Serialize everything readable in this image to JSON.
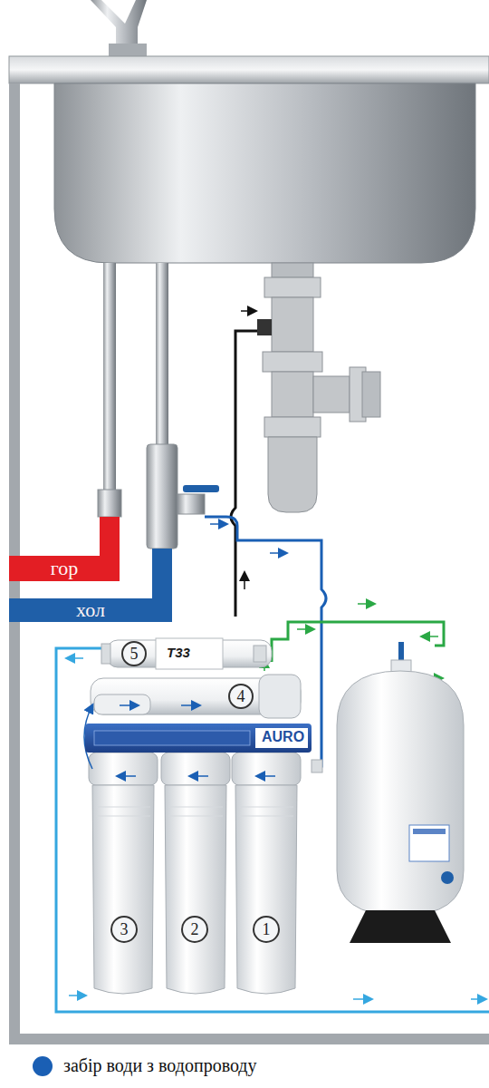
{
  "diagram": {
    "nodes": [
      {
        "text": [
          "гор"
        ]
      },
      {
        "text": [
          "хол"
        ]
      },
      {
        "text": [
          "5"
        ]
      },
      {
        "text": [
          "4"
        ]
      },
      {
        "text": [
          "3"
        ]
      },
      {
        "text": [
          "2"
        ]
      },
      {
        "text": [
          "1"
        ]
      }
    ],
    "labels": [
      "T33",
      "AURO"
    ],
    "legend": [
      {
        "text": "забір води з водопроводу",
        "color": "#1a5fb4"
      }
    ]
  }
}
